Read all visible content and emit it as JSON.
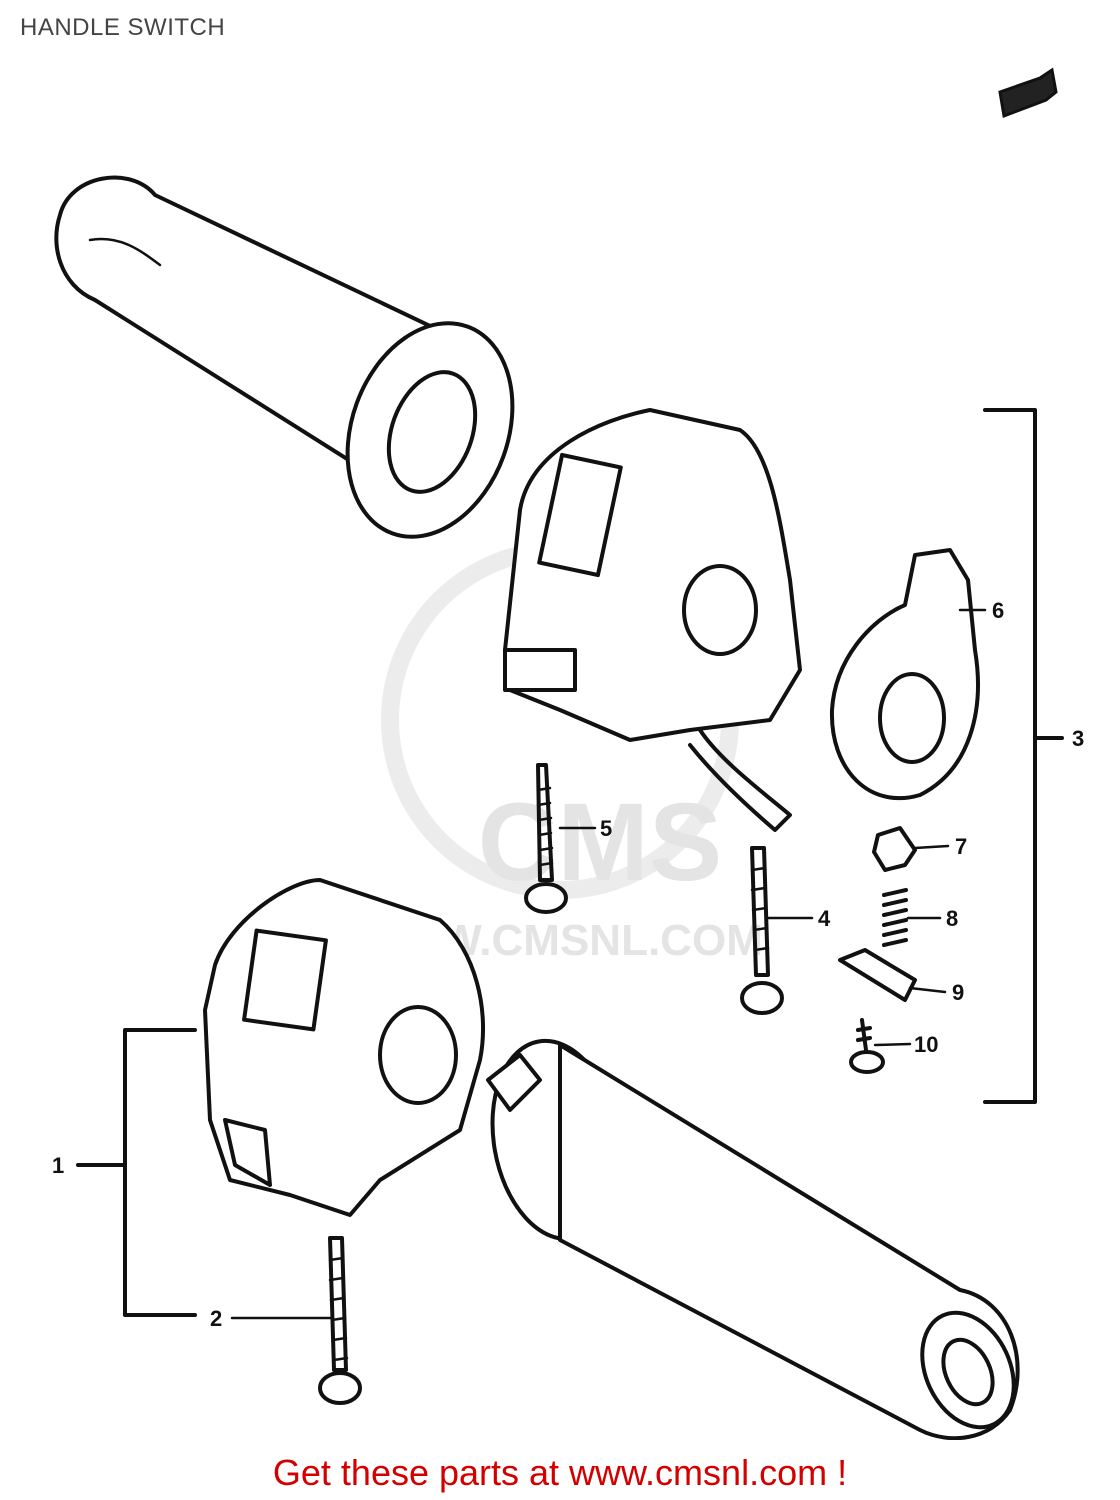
{
  "header": {
    "title": "HANDLE SWITCH"
  },
  "watermark": {
    "text": "WWW.CMSNL.COM",
    "logo": "CMS"
  },
  "callouts": [
    {
      "id": "1",
      "label": "1"
    },
    {
      "id": "2",
      "label": "2"
    },
    {
      "id": "3",
      "label": "3"
    },
    {
      "id": "4",
      "label": "4"
    },
    {
      "id": "5",
      "label": "5"
    },
    {
      "id": "6",
      "label": "6"
    },
    {
      "id": "7",
      "label": "7"
    },
    {
      "id": "8",
      "label": "8"
    },
    {
      "id": "9",
      "label": "9"
    },
    {
      "id": "10",
      "label": "10"
    }
  ],
  "footer": {
    "text": "Get these parts at www.cmsnl.com !"
  },
  "colors": {
    "line": "#111111",
    "footer": "#d40000",
    "watermark": "#e4e4e4"
  }
}
